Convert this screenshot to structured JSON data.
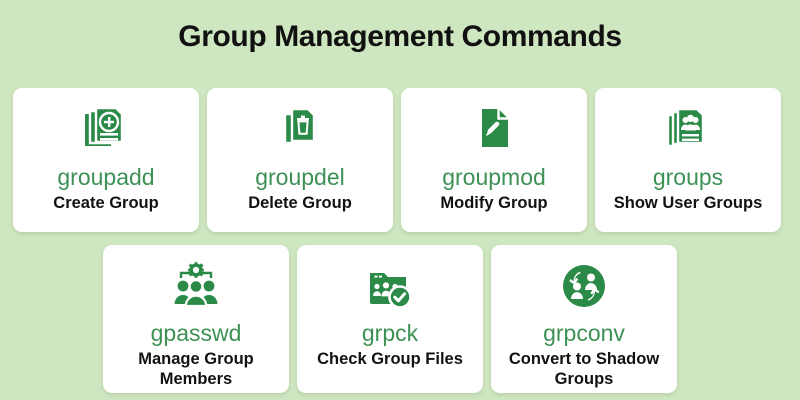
{
  "title": "Group Management Commands",
  "colors": {
    "background": "#cfe7c1",
    "card": "#ffffff",
    "icon_green": "#2b8a47",
    "command_green": "#3d9155",
    "description_text": "#121212",
    "title_text": "#111111"
  },
  "rows": [
    {
      "cards": [
        {
          "icon": "documents-plus-icon",
          "command": "groupadd",
          "description": "Create Group"
        },
        {
          "icon": "documents-trash-icon",
          "command": "groupdel",
          "description": "Delete Group"
        },
        {
          "icon": "document-pen-icon",
          "command": "groupmod",
          "description": "Modify Group"
        },
        {
          "icon": "documents-people-icon",
          "command": "groups",
          "description": "Show User Groups"
        }
      ]
    },
    {
      "cards": [
        {
          "icon": "people-gear-icon",
          "command": "gpasswd",
          "description": "Manage Group Members"
        },
        {
          "icon": "folder-people-check-icon",
          "command": "grpck",
          "description": "Check Group Files"
        },
        {
          "icon": "people-convert-circle-icon",
          "command": "grpconv",
          "description": "Convert to Shadow Groups"
        }
      ]
    }
  ]
}
